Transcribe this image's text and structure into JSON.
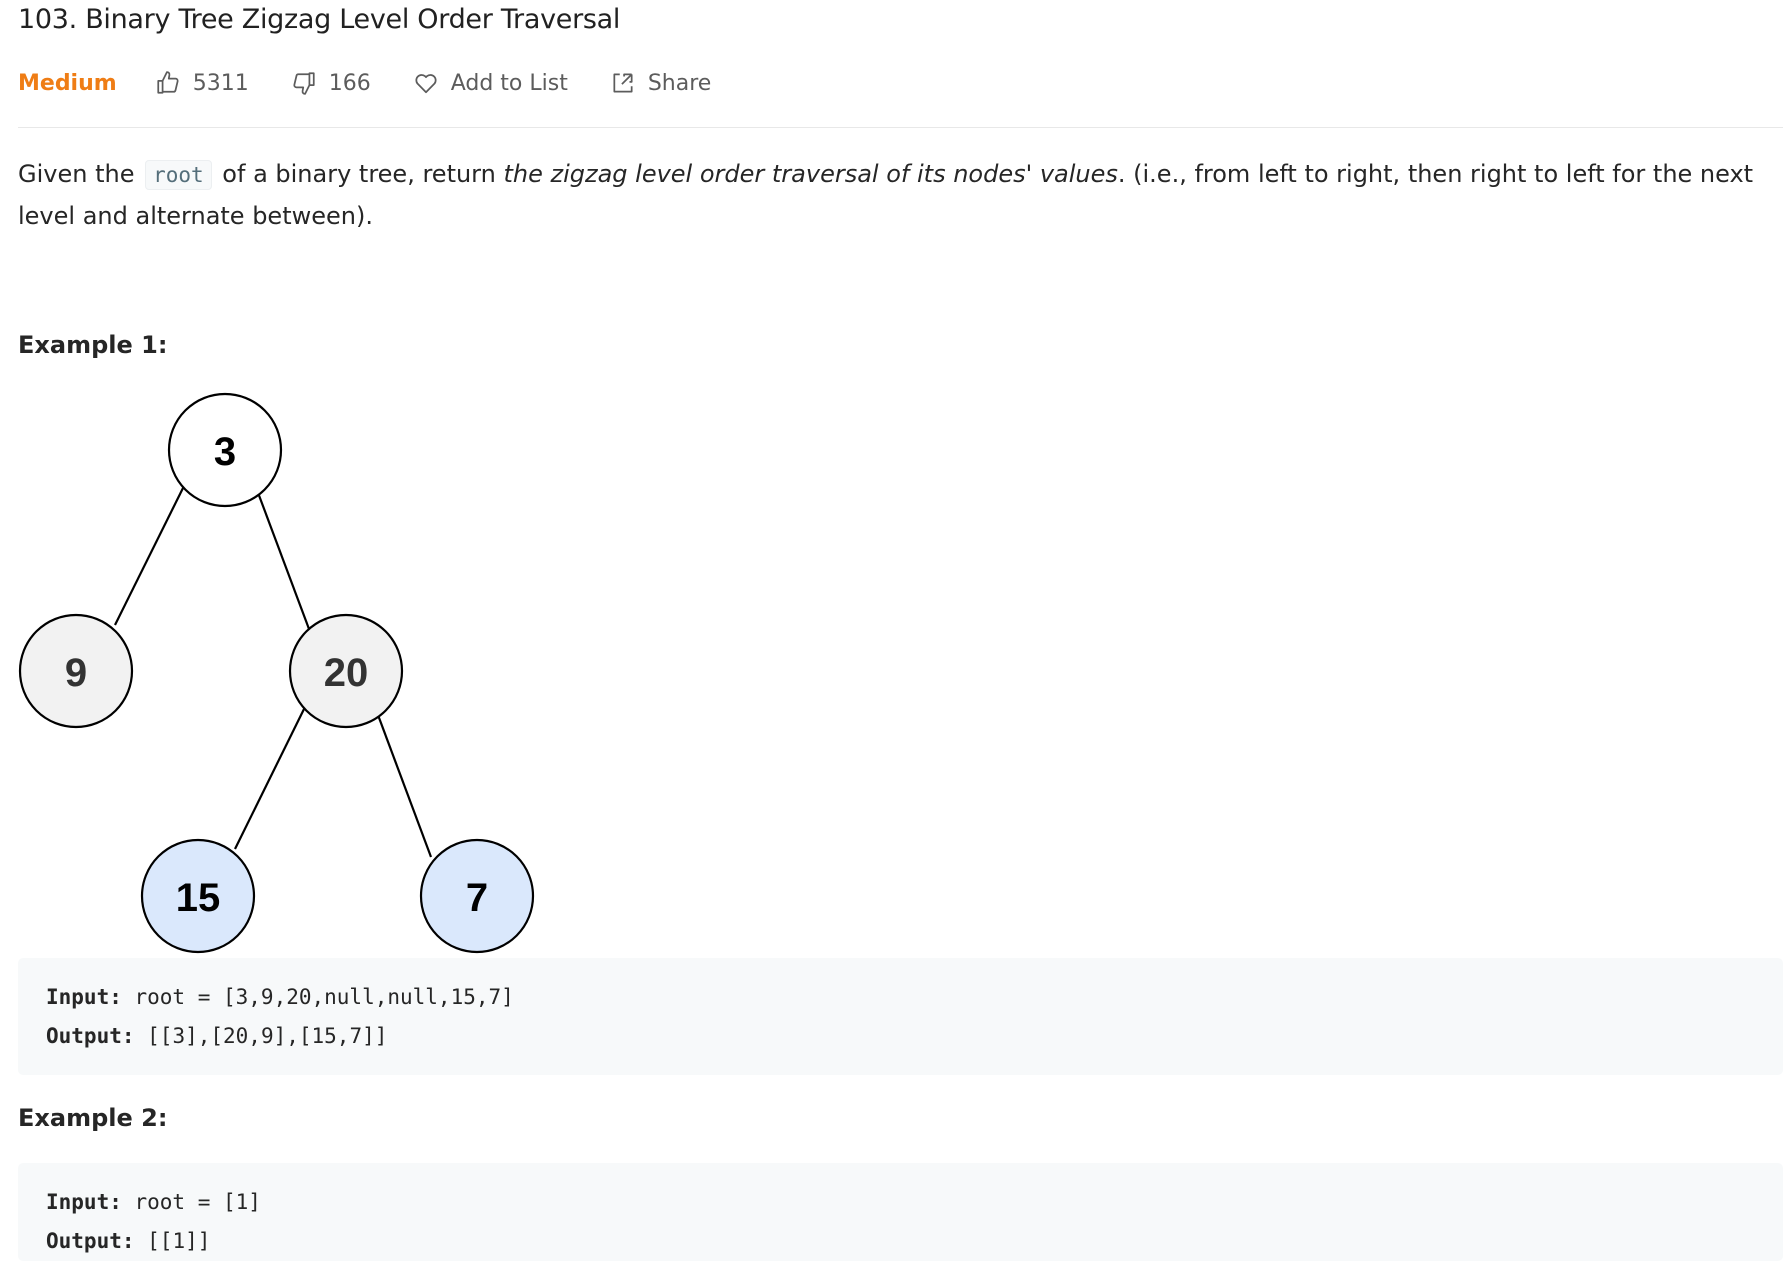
{
  "problem": {
    "title": "103. Binary Tree Zigzag Level Order Traversal",
    "difficulty": "Medium",
    "likes": "5311",
    "dislikes": "166",
    "add_to_list": "Add to List",
    "share": "Share"
  },
  "description": {
    "part1": "Given the ",
    "code": "root",
    "part2": " of a binary tree, return ",
    "emphasis": "the zigzag level order traversal of its nodes' values",
    "part3": ". (i.e., from left to right, then right to left for the next level and alternate between)."
  },
  "examples": [
    {
      "heading": "Example 1:",
      "tree_nodes": [
        "3",
        "9",
        "20",
        "15",
        "7"
      ],
      "input_label": "Input:",
      "input_value": " root = [3,9,20,null,null,15,7]",
      "output_label": "Output:",
      "output_value": " [[3],[20,9],[15,7]]"
    },
    {
      "heading": "Example 2:",
      "input_label": "Input:",
      "input_value": " root = [1]",
      "output_label": "Output:",
      "output_value": " [[1]]"
    }
  ],
  "colors": {
    "difficulty": "#ef7d15",
    "node_default": "#f2f2f2",
    "node_highlight": "#dae8fc"
  },
  "icons": {
    "likes": "thumbs-up-icon",
    "dislikes": "thumbs-down-icon",
    "add_to_list": "heart-icon",
    "share": "share-icon"
  }
}
